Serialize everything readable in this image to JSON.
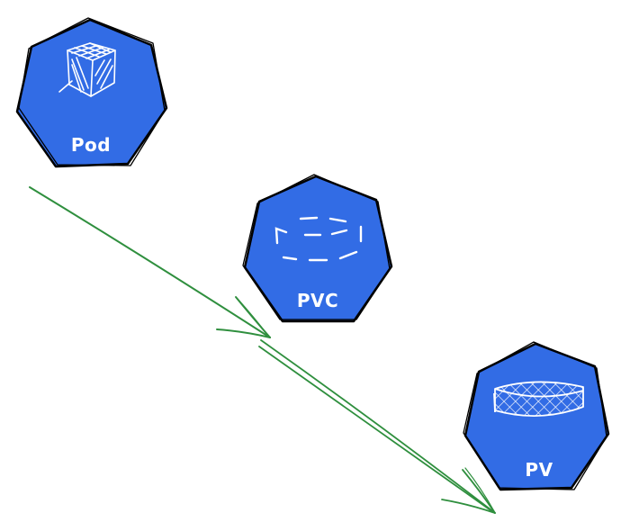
{
  "diagram": {
    "title": "",
    "colors": {
      "node_fill": "#326ce5",
      "node_stroke": "#000000",
      "icon_stroke": "#ffffff",
      "edge_stroke": "#2f8f3e",
      "background": "#ffffff"
    },
    "nodes": [
      {
        "id": "pod",
        "label": "Pod",
        "icon": "cube-icon",
        "shape": "heptagon"
      },
      {
        "id": "pvc",
        "label": "PVC",
        "icon": "dashed-cylinder-icon",
        "shape": "heptagon"
      },
      {
        "id": "pv",
        "label": "PV",
        "icon": "hatched-cylinder-icon",
        "shape": "heptagon"
      }
    ],
    "edges": [
      {
        "from": "pod",
        "to": "pvc",
        "style": "sketch-arrow"
      },
      {
        "from": "pvc",
        "to": "pv",
        "style": "sketch-double-line-arrow"
      }
    ]
  }
}
